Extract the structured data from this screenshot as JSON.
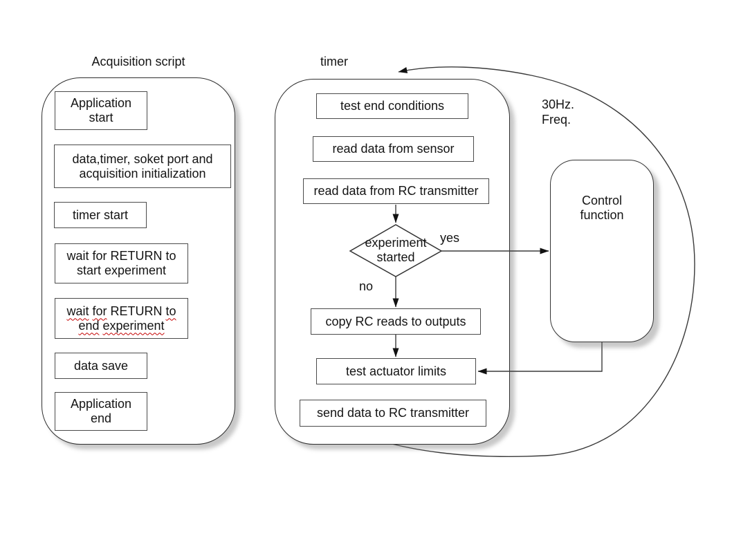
{
  "colors": {
    "background": "#ffffff",
    "line": "#3a3a3a",
    "box_border": "#4a4a4a",
    "text": "#141414",
    "spellcheck_squiggle": "#c40000"
  },
  "acquisition": {
    "title": "Acquisition script",
    "boxes": [
      {
        "lines": [
          "Application",
          "start"
        ]
      },
      {
        "lines": [
          "data,timer, soket port and",
          "acquisition initialization"
        ]
      },
      {
        "lines": [
          "timer start"
        ]
      },
      {
        "lines": [
          "wait for RETURN to",
          "start experiment"
        ]
      },
      {
        "line1_words": [
          "wait",
          "for",
          "RETURN",
          "to"
        ],
        "line2_words": [
          "end",
          "experiment"
        ]
      },
      {
        "lines": [
          "data save"
        ]
      },
      {
        "lines": [
          "Application",
          "end"
        ]
      }
    ]
  },
  "timer": {
    "title": "timer",
    "boxes": [
      {
        "text": "test end conditions"
      },
      {
        "text": "read data from sensor"
      },
      {
        "text": "read data from RC transmitter"
      },
      {
        "text": "copy RC reads to outputs"
      },
      {
        "text": "test actuator limits"
      },
      {
        "text": "send data to RC transmitter"
      }
    ],
    "decision": {
      "lines": [
        "experiment",
        "started"
      ],
      "yes_label": "yes",
      "no_label": "no"
    }
  },
  "control": {
    "lines": [
      "Control",
      "function"
    ]
  },
  "frequency_label": {
    "lines": [
      "30Hz.",
      "Freq."
    ]
  }
}
